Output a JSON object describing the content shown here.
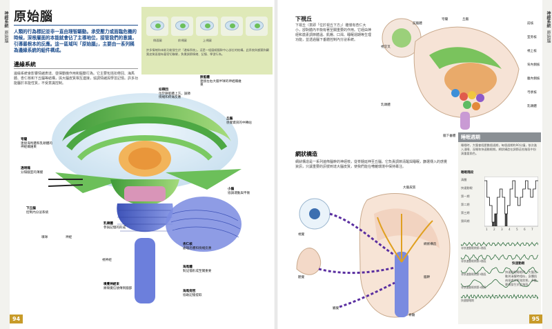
{
  "left_page": {
    "section_tab": "神經系統",
    "section_tab_sub": "原始腦",
    "title": "原始腦",
    "intro": "人類的行為標記並非一直由理智驅動。承受壓力或面臨危機的時候，深根層面的本能就會佔了主導地位，接管我們的意識，引導最根本的反應。這一區域叫「原始腦」，主要由一系列稱為邊緣系統的組件構成。",
    "thumb_labels": [
      "側面圖",
      "前視圖",
      "上視圖"
    ],
    "thumb_caption": "許多情緒和本能功能發生於「邊緣系統」，這是一組圍繞腦幹中心部位的結構。此系統與額葉和顳葉皮質區間有著密切聯繫，負責調節情緒、記憶、學習行為。",
    "limbic_heading": "邊緣系統",
    "limbic_body": "邊緣系統會影響情緒表達、發揮動機作用和驅動行為。它主要包括扣帶回、海馬體、杏仁核和下丘腦等結構，與大腦皮質相互連接，協調情緒與學習記憶。許多功能屬於本能性質，不受意識控制。",
    "labels": {
      "cingulate": {
        "title": "扣帶回",
        "text": "位於胼胝體上方，調節情緒和疼痛反應"
      },
      "fornix_title": "穹窿",
      "fornix_text": "連接海馬體和乳頭體的神經纖維束",
      "corpus_callosum": {
        "title": "胼胝體",
        "text": "連接左右大腦半球的神經纖維束"
      },
      "thalamus": {
        "title": "丘腦",
        "text": "感覺資訊的中轉站"
      },
      "septum": {
        "title": "透明隔",
        "text": "分隔腦室的薄膜"
      },
      "hypothalamus": {
        "title": "下丘腦",
        "text": "控制內分泌系統"
      },
      "mammillary": {
        "title": "乳頭體",
        "text": "參與記憶的形成"
      },
      "amygdala": {
        "title": "杏仁核",
        "text": "處理恐懼和情緒反應"
      },
      "hippocampus": {
        "title": "海馬體",
        "text": "對記憶形成至關重要"
      },
      "brainstem": {
        "title": "腦幹",
        "text": "控制心率和呼吸等生命功能"
      },
      "olfactory": {
        "title": "嗅覺神經束",
        "text": "將嗅覺信號傳到腦部"
      },
      "cerebellum": {
        "title": "小腦",
        "text": "協調運動與平衡"
      },
      "parahippocampal": {
        "title": "海馬旁回",
        "text": "協助記憶提取"
      },
      "olfactory_bulb": "嗅球",
      "nerve": "神經",
      "optic": "視神經"
    },
    "page_number": "94"
  },
  "right_page": {
    "section_tab": "神經系統",
    "section_tab_sub": "原始腦",
    "hypothalamus_heading": "下視丘",
    "hypothalamus_body": "下視丘（意即「位於視丘下方」）雖僅有杏仁大小，卻對體內平衡有著至關重要的作用。它經由神經和激素調節體溫、飢餓、口渴、睡眠週期等生理功能，並透過腦下垂體控制內分泌系統。",
    "reticular_heading": "網狀構造",
    "reticular_body": "網狀構造是一系列遍佈腦幹的神經核，從脊髓延伸至丘腦。它負責調節清醒與睡眠，篩選傳入的感覺資訊，只讓重要的訊號到達大腦皮質，使我們能在嘈雜環境中保持專注。",
    "sleep_box_title": "睡眠週期",
    "sleep_box_body": "睡眠時，大腦會經歷數個週期，每個週期約90分鐘，依次進入淺睡、深睡和快速動眼期。網狀構造在調節這些階段中扮演重要角色。",
    "sleep_box_sub": "睡眠階段",
    "dream_heading": "快速動眼",
    "dream_body": "快速動眼睡眠時，大腦活動與清醒時相似，身體肌肉卻處於鬆弛狀態，多數夢境發生於此階段。",
    "labels": {
      "anterior": "前腦體",
      "thalamus": "丘腦",
      "fornix": "穹窿",
      "pituitary": "腦下垂體",
      "optic_chiasm": "視交叉",
      "mammillary": "乳頭體",
      "visual": "視覺",
      "hearing": "聽覺",
      "touch": "觸覺",
      "reticular_formation": "網狀構造",
      "cortex": "大腦皮質",
      "brainstem": "腦幹",
      "spinal": "脊髓"
    },
    "hypo_nuclei": [
      "前核",
      "室旁核",
      "視上核",
      "背內側核",
      "腹內側核",
      "弓狀核",
      "乳頭體"
    ],
    "sleep_row_labels": [
      "清醒",
      "快速動眼",
      "第一期",
      "第二期",
      "第三期",
      "第四期"
    ],
    "sleep_chart_x_labels": [
      "1",
      "2",
      "3",
      "4",
      "5",
      "6",
      "7"
    ],
    "eeg_labels": [
      "非快速動眼期第1階段",
      "非快速動眼期第2階段",
      "非快速動眼期第3階段",
      "非快速動眼期第4階段",
      "快速動眼期"
    ],
    "page_number": "95"
  },
  "colors": {
    "title_blue": "#1a4b8c",
    "limbic_green": "#6cbf5a",
    "brainstem_blue": "#5a6fd0",
    "tab_gold": "#c89b2a"
  }
}
